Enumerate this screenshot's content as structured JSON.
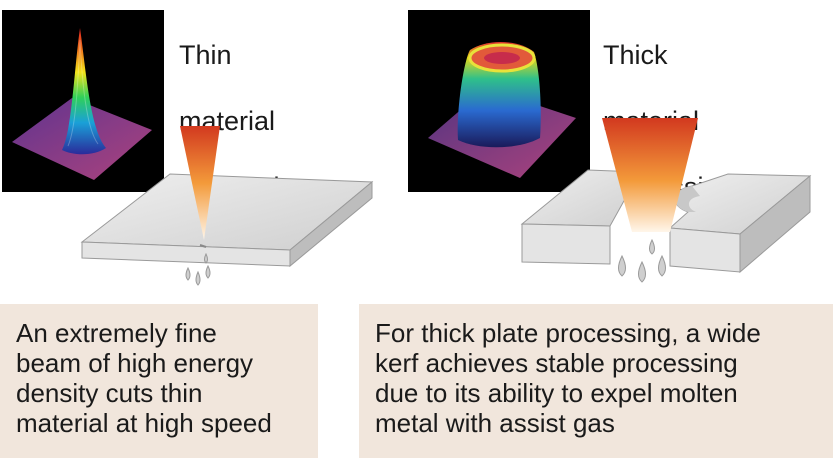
{
  "left": {
    "title": [
      "Thin",
      "material",
      "processing"
    ],
    "caption": [
      "An extremely fine",
      "beam of high energy",
      "density cuts thin",
      "material at high speed"
    ]
  },
  "right": {
    "title": [
      "Thick",
      "material",
      "processing"
    ],
    "caption": [
      "For thick plate processing, a wide",
      "kerf achieves stable processing",
      "due to its ability to expel molten",
      "metal with assist gas"
    ]
  },
  "colors": {
    "caption_bg": "#f1e6dc",
    "beam_top": "#d2391f",
    "beam_bottom": "#fff6ea",
    "plate": "#d9d9d9"
  }
}
